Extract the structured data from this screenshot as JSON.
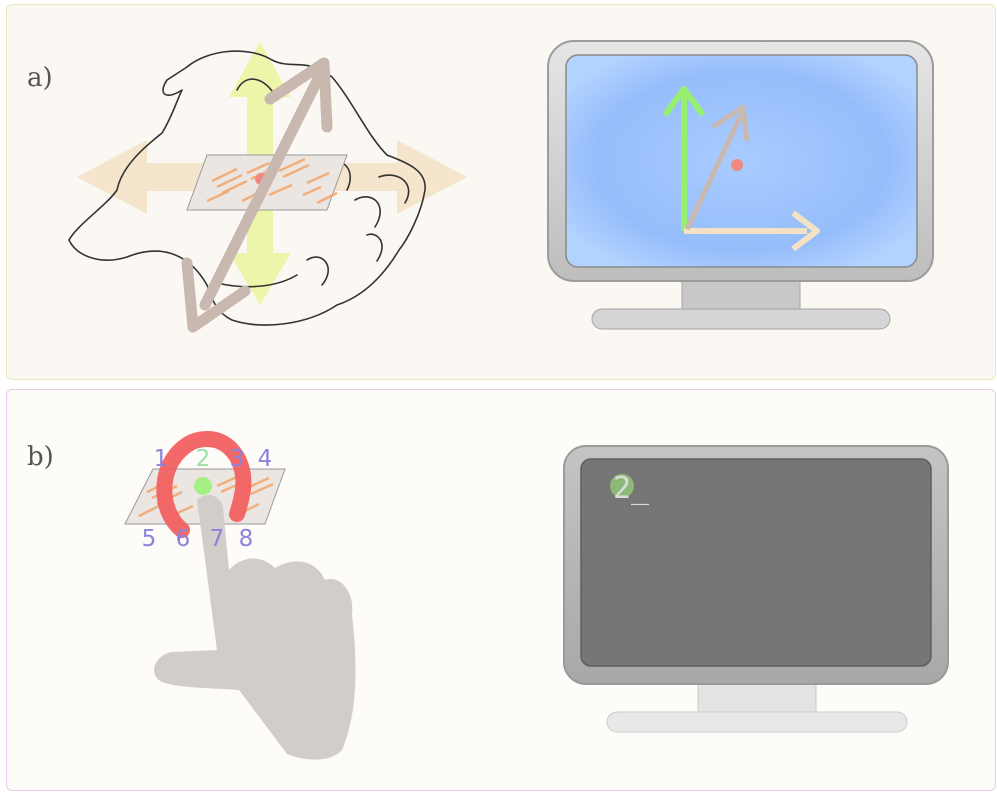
{
  "panels": [
    {
      "label": "a)"
    },
    {
      "label": "b)",
      "keypad_numbers": [
        "1",
        "2",
        "3",
        "4",
        "5",
        "6",
        "7",
        "8"
      ],
      "highlighted_number": "2",
      "screen_text": "2_"
    }
  ],
  "colors": {
    "arrow_green": "#e9f59c",
    "arrow_beige": "#f3e2c4",
    "arrow_taupe": "#c9b8b0",
    "dot_red": "#f08a80",
    "stripe_orange": "#f3a56a",
    "number_blue": "#8a84d8",
    "number_green": "#9de0a8",
    "circle_red": "#f26060",
    "screen_blue": "#9cc3fc",
    "screen_dark": "#767676"
  }
}
